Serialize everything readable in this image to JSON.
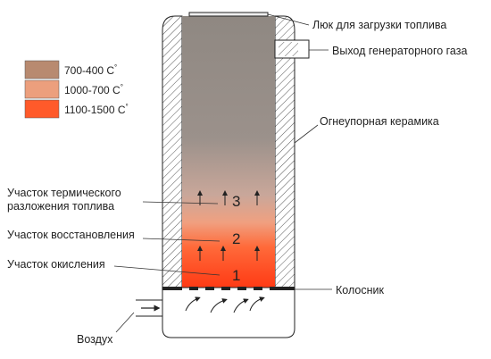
{
  "legend": [
    {
      "label": "700-400 C",
      "color": "#b88a70"
    },
    {
      "label": "1000-700 C",
      "color": "#ec9f7d"
    },
    {
      "label": "1100-1500 C",
      "color": "#ff5a2a"
    }
  ],
  "legend_degree_mark": "°",
  "labels": {
    "hatch": "Люк для загрузки топлива",
    "gas_outlet": "Выход генераторного газа",
    "ceramic": "Огнеупорная керамика",
    "zone3_line1": "Участок термического",
    "zone3_line2": "разложения топлива",
    "zone2": "Участок восстановления",
    "zone1": "Участок окисления",
    "grate": "Колосник",
    "air": "Воздух"
  },
  "zones": {
    "z1": "1",
    "z2": "2",
    "z3": "3"
  },
  "colors": {
    "top_fuel": "#8f8882",
    "mid_fuel": "#b8a49a",
    "hot_fuel": "#ff4a1c",
    "wall_hatch": "#444444",
    "outline": "#222222"
  }
}
